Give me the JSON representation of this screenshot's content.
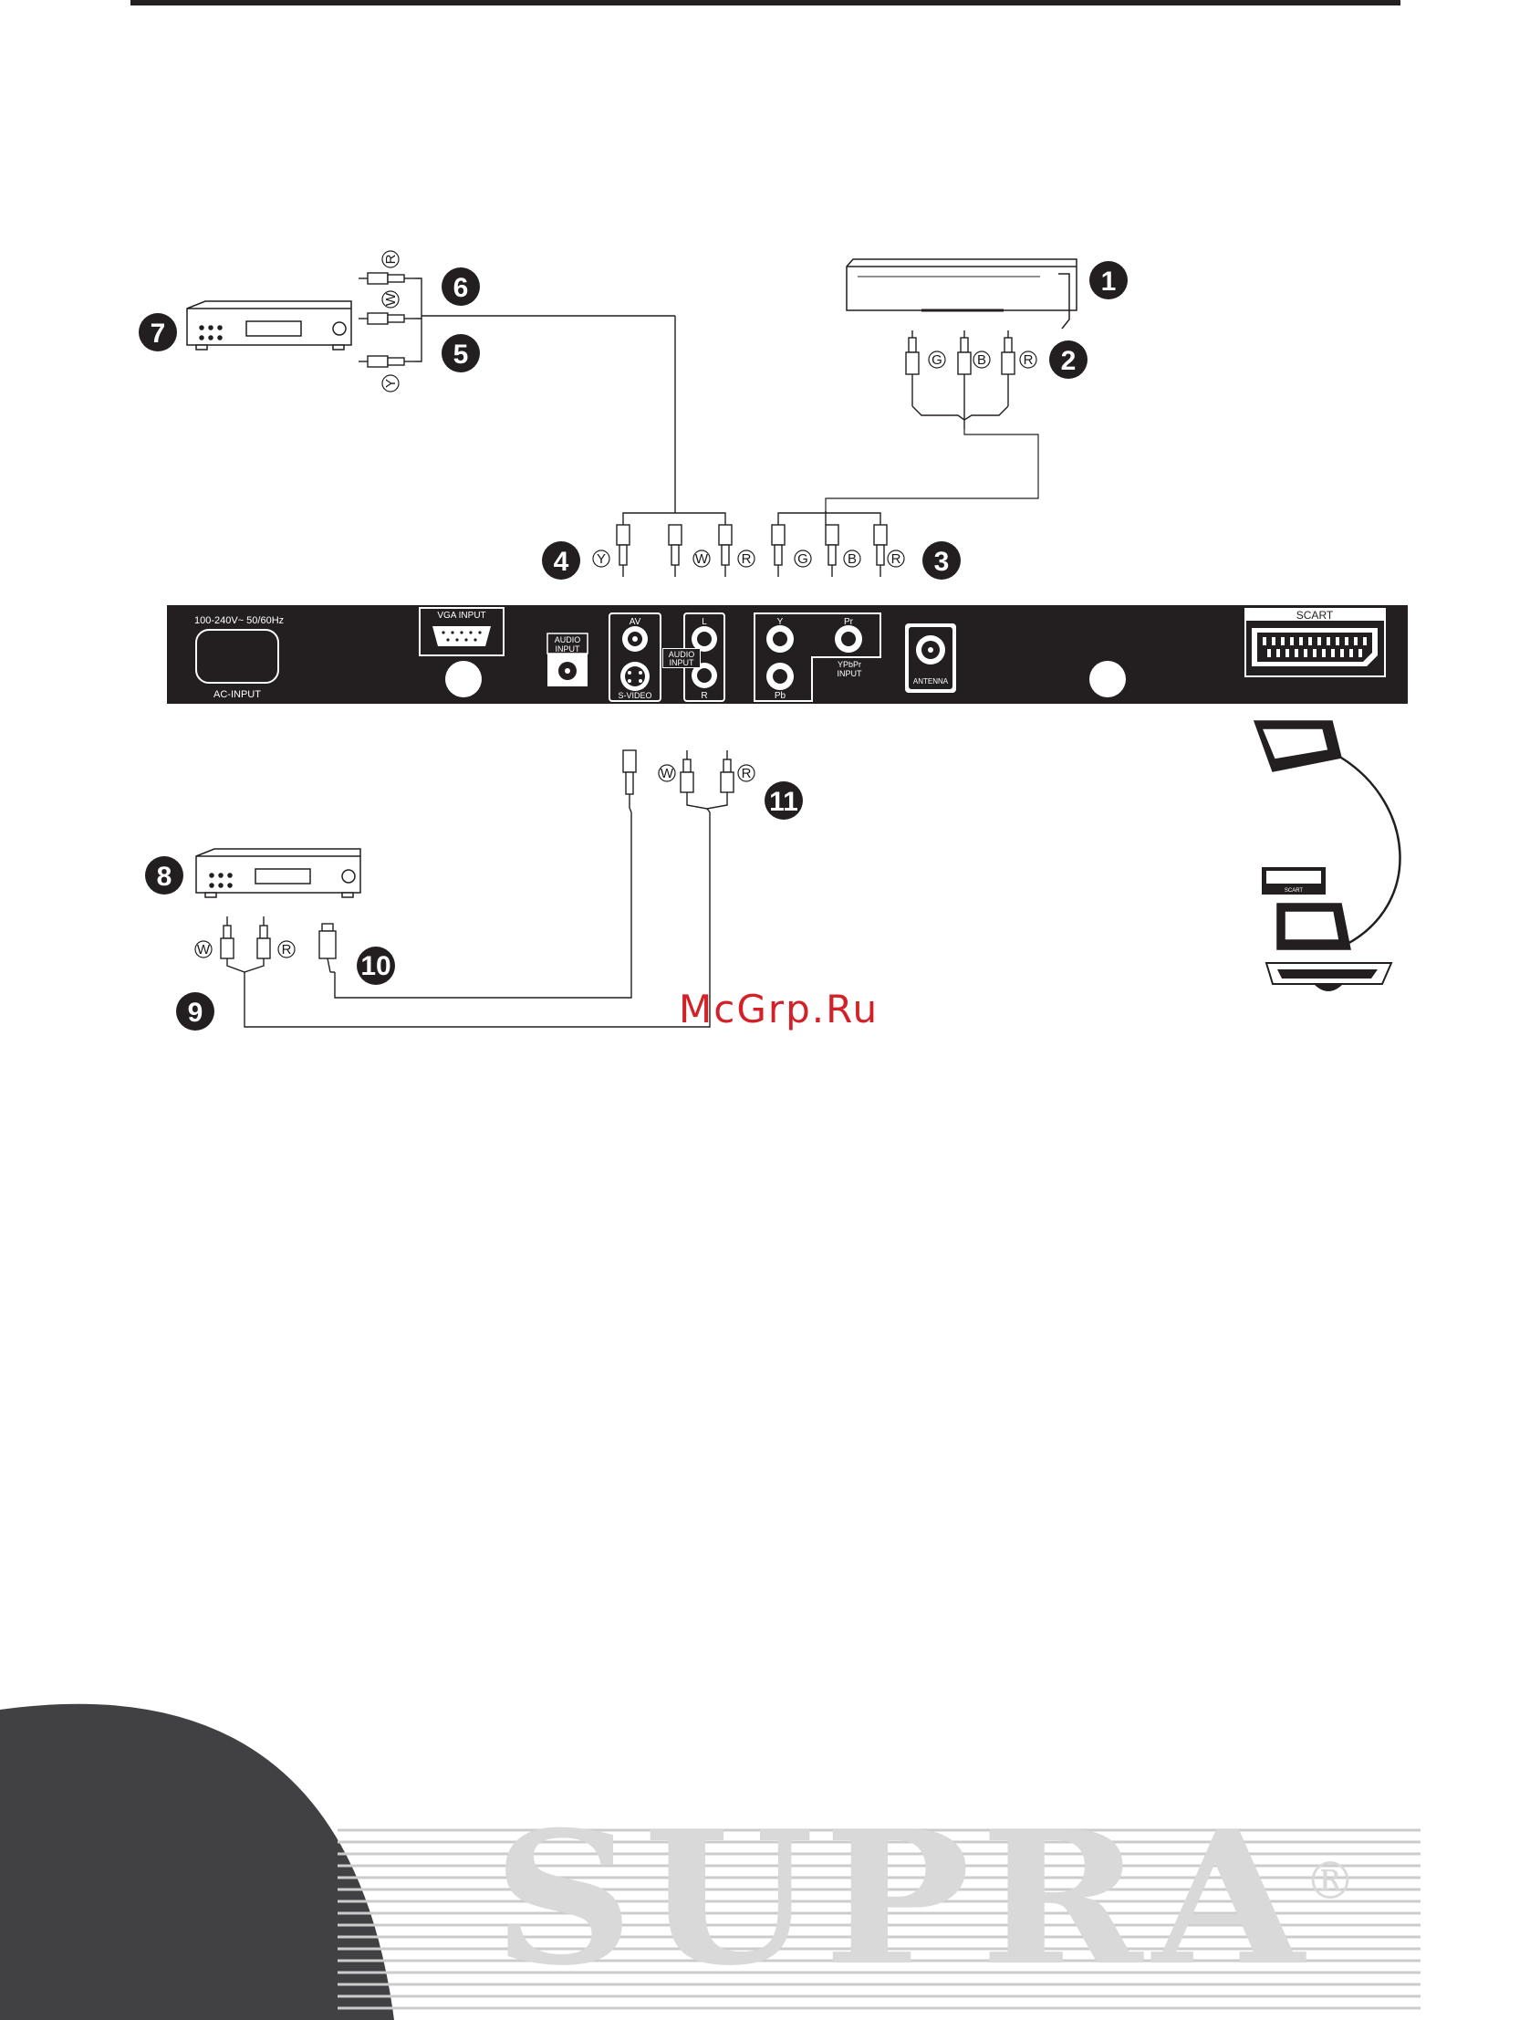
{
  "panel": {
    "power_label": "100-240V~ 50/60Hz",
    "ac_input_label": "AC-INPUT",
    "vga_input_label": "VGA INPUT",
    "audio_input_label_top": "AUDIO",
    "audio_input_label_bottom": "INPUT",
    "av_label": "AV",
    "svideo_label": "S-VIDEO",
    "left_channel_label": "L",
    "right_channel_label": "R",
    "audio_input2_top": "AUDIO",
    "audio_input2_bottom": "INPUT",
    "y_label": "Y",
    "pb_label": "Pb",
    "pr_label": "Pr",
    "ypbpr_top": "YPbPr",
    "ypbpr_bottom": "INPUT",
    "antenna_label": "ANTENNA",
    "scart_label": "SCART"
  },
  "callouts": [
    "1",
    "2",
    "3",
    "4",
    "5",
    "6",
    "7",
    "8",
    "9",
    "10",
    "11"
  ],
  "plug_letters": {
    "R": "R",
    "W": "W",
    "Y": "Y",
    "G": "G",
    "B": "B"
  },
  "mini_scart_label": "SCART",
  "watermark": "McGrp.Ru",
  "brand": {
    "name": "SUPRA",
    "registered": "®"
  },
  "colors": {
    "panel": "#231f20",
    "watermark": "#d42027",
    "corner": "#414042"
  }
}
